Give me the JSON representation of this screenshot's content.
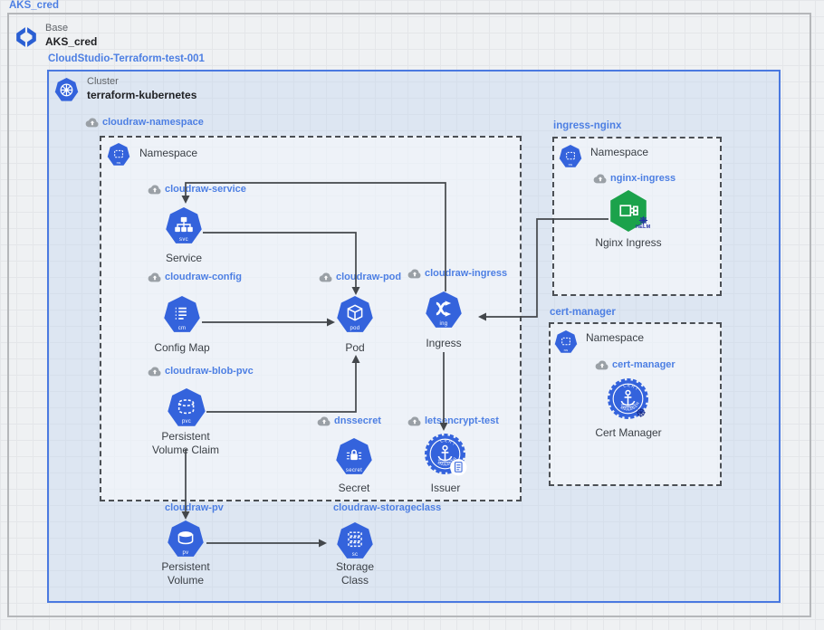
{
  "colors": {
    "icon_blue": "#3463dc",
    "label_blue": "#4d7fe3",
    "nginx_green": "#1ba24b",
    "box_blue": "#4a79e0",
    "connector": "#43474b"
  },
  "outer": {
    "label": "AKS_cred"
  },
  "base": {
    "type": "Base",
    "name": "AKS_cred"
  },
  "cloudstudio": {
    "label": "CloudStudio-Terraform-test-001"
  },
  "cluster": {
    "type": "Cluster",
    "name": "terraform-kubernetes"
  },
  "namespace_box": {
    "label": "cloudraw-namespace",
    "namespace": "Namespace",
    "ns_badge": "ns"
  },
  "ingress_box": {
    "label": "ingress-nginx",
    "namespace": "Namespace",
    "ns_badge": "ns",
    "nginx": {
      "resource": "nginx-ingress",
      "title": "Nginx Ingress",
      "helm": "HELM"
    }
  },
  "cert_box": {
    "label": "cert-manager",
    "namespace": "Namespace",
    "ns_badge": "ns",
    "cert": {
      "resource": "cert-manager",
      "title": "Cert Manager",
      "stamp_top": "CERT",
      "stamp_bottom": "MANAGER"
    }
  },
  "nodes": {
    "service": {
      "resource": "cloudraw-service",
      "title": "Service",
      "badge": "svc"
    },
    "config": {
      "resource": "cloudraw-config",
      "title": "Config Map",
      "badge": "cm"
    },
    "pod": {
      "resource": "cloudraw-pod",
      "title": "Pod",
      "badge": "pod"
    },
    "ingress": {
      "resource": "cloudraw-ingress",
      "title": "Ingress",
      "badge": "ing"
    },
    "pvc": {
      "resource": "cloudraw-blob-pvc",
      "title": "Persistent Volume Claim",
      "badge": "pvc"
    },
    "secret": {
      "resource": "dnssecret",
      "title": "Secret",
      "badge": "secret"
    },
    "issuer": {
      "resource": "letsencrypt-test",
      "title": "Issuer",
      "stamp_top": "CERT",
      "stamp_bottom": "MANAGER"
    },
    "pv": {
      "resource": "cloudraw-pv",
      "title": "Persistent Volume",
      "badge": "pv"
    },
    "sc": {
      "resource": "cloudraw-storageclass",
      "title": "Storage Class",
      "badge": "sc"
    }
  }
}
